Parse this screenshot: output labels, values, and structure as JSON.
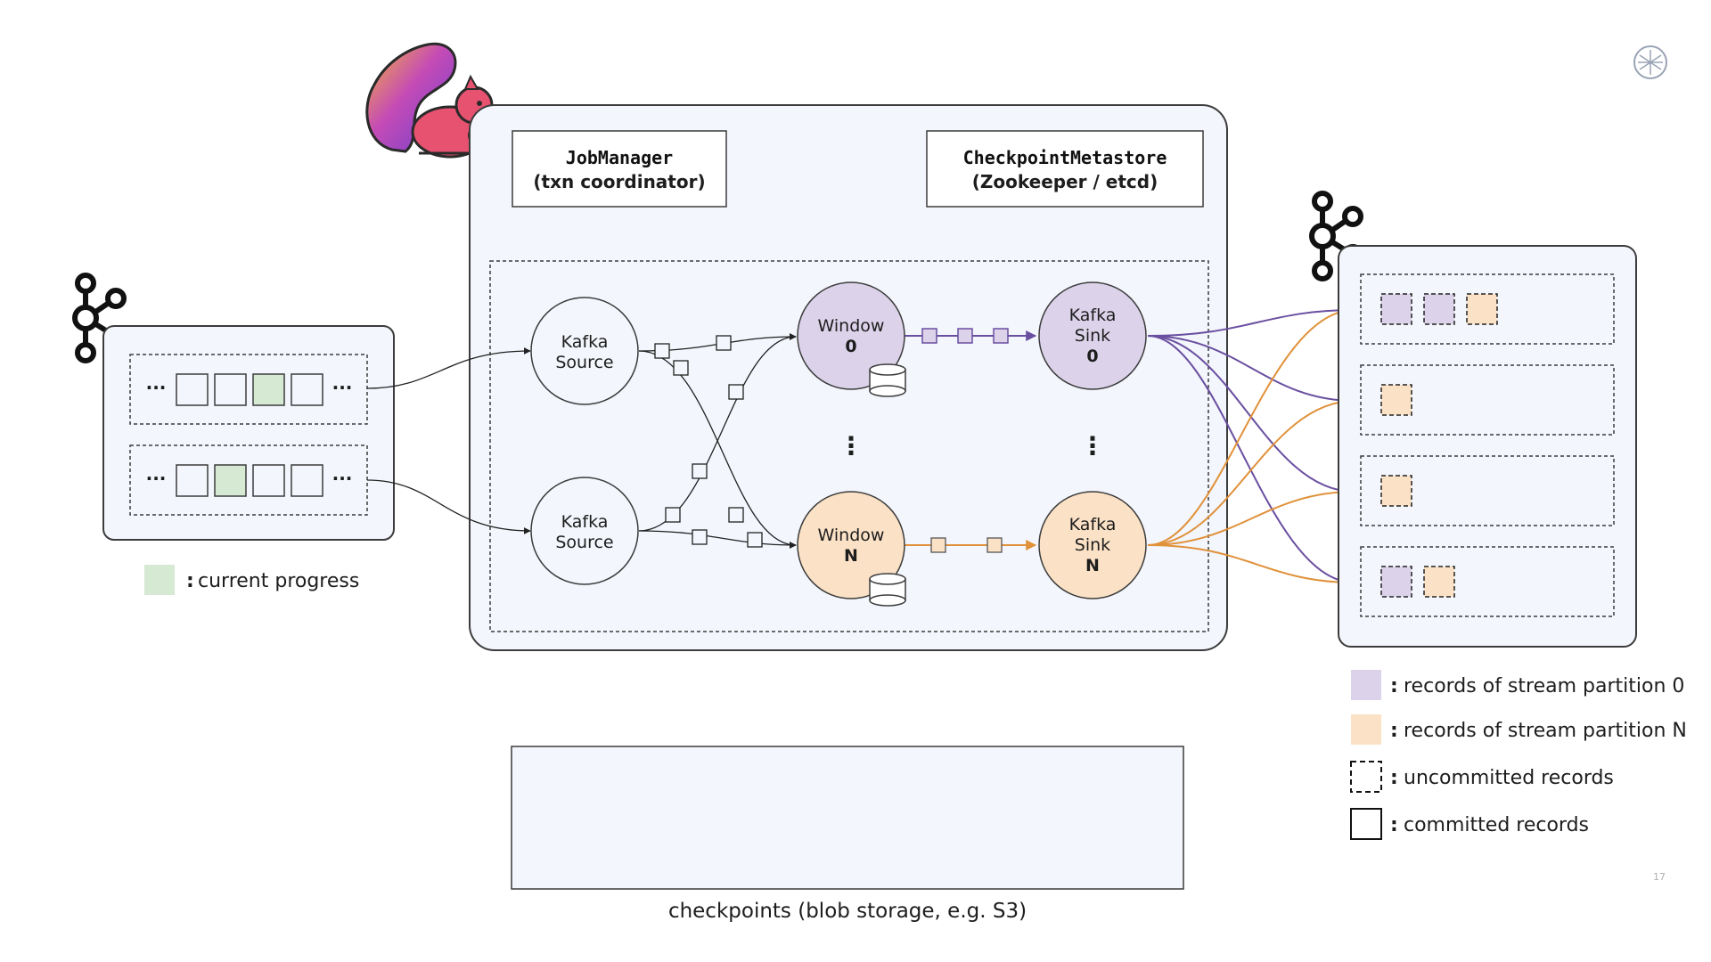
{
  "slide_number": "17",
  "colors": {
    "partition_0": "#dcd3ea",
    "partition_n": "#fbe2c6",
    "progress": "#d6ead3",
    "flow_0": "#6a4fa0",
    "flow_n": "#e0913a",
    "panel_bg": "#f3f6fc",
    "logo_accent": "#e6526f"
  },
  "icons": {
    "flink": "squirrel-logo-icon",
    "kafka": "kafka-logo-icon",
    "brand": "brand-logo-icon",
    "state": "database-icon"
  },
  "job_manager": {
    "title": "JobManager",
    "subtitle": "(txn coordinator)"
  },
  "metastore": {
    "title": "CheckpointMetastore",
    "subtitle": "(Zookeeper / etcd)"
  },
  "source_partitions": {
    "ellipsis": "...",
    "rows": [
      {
        "cells": [
          "record",
          "record",
          "current",
          "record"
        ]
      },
      {
        "cells": [
          "record",
          "current",
          "record",
          "record"
        ]
      }
    ]
  },
  "operators": {
    "source_top": {
      "line1": "Kafka",
      "line2": "Source"
    },
    "source_bottom": {
      "line1": "Kafka",
      "line2": "Source"
    },
    "window_0": {
      "line1": "Window",
      "line2": "0"
    },
    "window_n": {
      "line1": "Window",
      "line2": "N"
    },
    "sink_0": {
      "line1": "Kafka",
      "line2": "Sink",
      "line3": "0"
    },
    "sink_n": {
      "line1": "Kafka",
      "line2": "Sink",
      "line3": "N"
    },
    "vertical_ellipsis": "⋮"
  },
  "sink_partitions": [
    {
      "records": [
        "partition_0",
        "partition_0",
        "partition_n"
      ]
    },
    {
      "records": [
        "partition_n"
      ]
    },
    {
      "records": [
        "partition_n"
      ]
    },
    {
      "records": [
        "partition_0",
        "partition_n"
      ]
    }
  ],
  "legend_progress": {
    "colon": ":",
    "label": "current progress"
  },
  "legend": [
    {
      "key": "partition_0",
      "colon": ":",
      "label": "records of stream partition 0"
    },
    {
      "key": "partition_n",
      "colon": ":",
      "label": "records of stream partition N"
    },
    {
      "key": "uncommitted",
      "colon": ":",
      "label": "uncommitted records"
    },
    {
      "key": "committed",
      "colon": ":",
      "label": "committed records"
    }
  ],
  "checkpoints": {
    "label": "checkpoints (blob storage, e.g. S3)"
  }
}
